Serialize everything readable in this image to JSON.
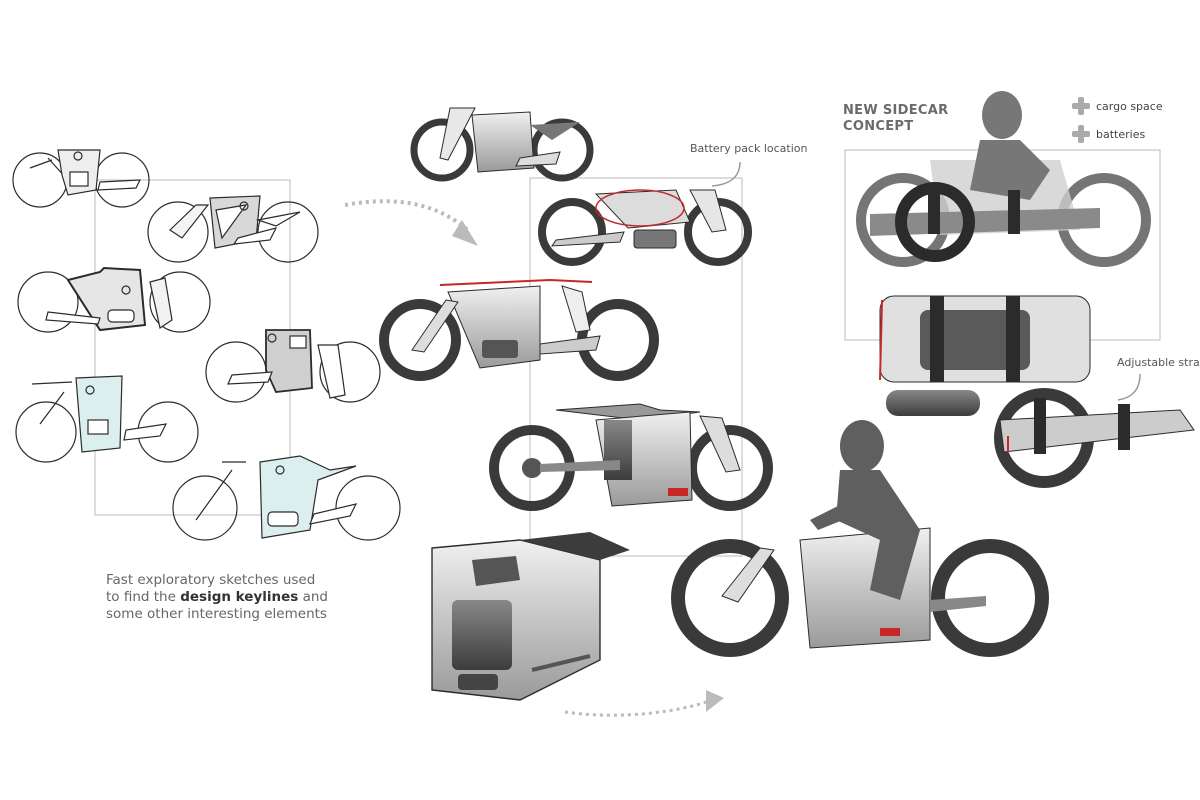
{
  "caption": {
    "line1": "Fast exploratory sketches used",
    "line2_pre": "to find the ",
    "line2_bold": "design keylines",
    "line2_post": " and",
    "line3": "some other interesting elements"
  },
  "annotations": {
    "battery_pack": "Battery pack location",
    "adjustable_strap": "Adjustable strap"
  },
  "sidecar": {
    "title_line1": "NEW SIDECAR",
    "title_line2": "CONCEPT",
    "features": [
      "cargo space",
      "batteries"
    ]
  },
  "colors": {
    "sketch_line": "#2b2b2b",
    "tire": "#3a3a3a",
    "accent_red": "#c62828",
    "frame_grey": "#bbbbbb",
    "body_fill": "#d9d9d9",
    "glass_fill": "#dcefef",
    "silhouette": "#5f5f5f"
  }
}
